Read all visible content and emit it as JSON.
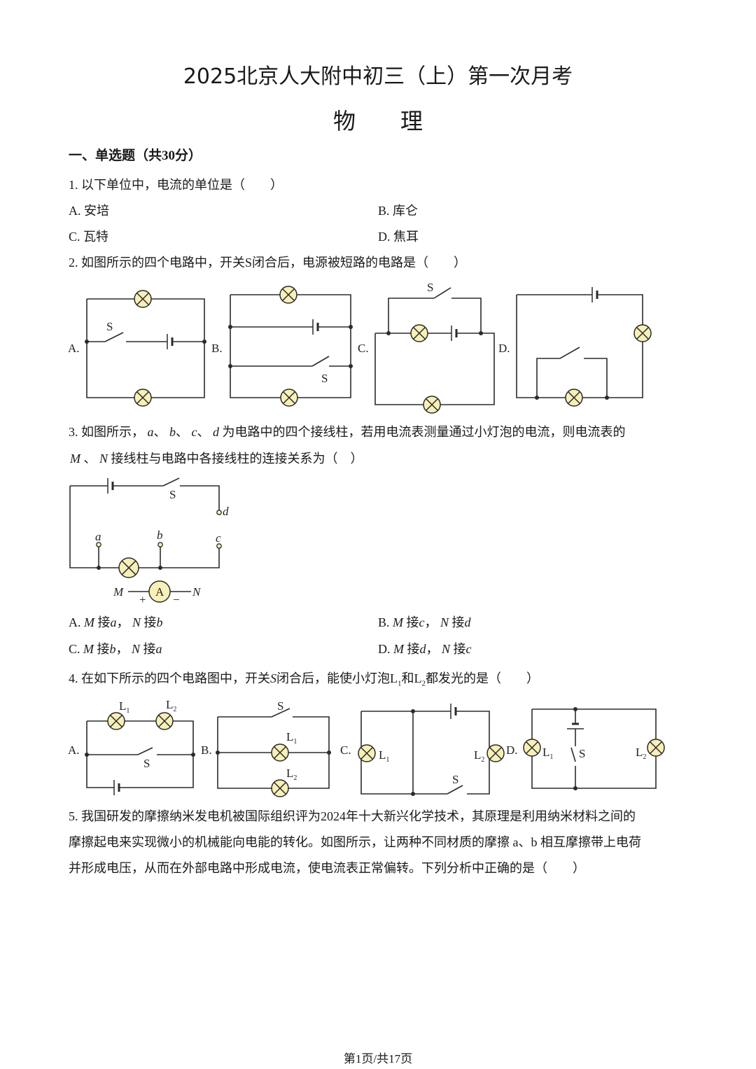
{
  "header": {
    "title": "2025北京人大附中初三（上）第一次月考",
    "subject": "物　　理"
  },
  "section1": "一、单选题（共30分）",
  "q1": {
    "stem": "1. 以下单位中，电流的单位是（　　）",
    "options": [
      "A. 安培",
      "B. 库仑",
      "C. 瓦特",
      "D. 焦耳"
    ]
  },
  "q2": {
    "stem": "2. 如图所示的四个电路中，开关S闭合后，电源被短路的电路是（　　）",
    "labels": [
      "A.",
      "B.",
      "C.",
      "D."
    ],
    "switch": "S"
  },
  "q3": {
    "line1_a": "3. 如图所示，",
    "a": "a",
    "sep": "、",
    "b": "b",
    "c": "c",
    "d": "d",
    "line1_b": "为电路中的四个接线柱，若用电流表测量通过小灯泡的电流，则电流表的",
    "M": "M",
    "N": "N",
    "line2": "接线柱与电路中各接线柱的连接关系为（　）",
    "ammeter": "A",
    "plus": "+",
    "minus": "−",
    "switch": "S",
    "options": [
      {
        "label": "A.",
        "m": "a",
        "n": "b"
      },
      {
        "label": "B.",
        "m": "c",
        "n": "d"
      },
      {
        "label": "C.",
        "m": "b",
        "n": "a"
      },
      {
        "label": "D.",
        "m": "d",
        "n": "c"
      }
    ],
    "connect": "接",
    "comma": "，"
  },
  "q4": {
    "stem_a": "4. 在如下所示的四个电路图中，开关",
    "S": "S",
    "stem_b": "闭合后，能使小灯泡",
    "L1": "L",
    "L2": "L",
    "sub1": "1",
    "sub2": "2",
    "and": "和",
    "stem_c": "都发光的是（　　）",
    "labels": [
      "A.",
      "B.",
      "C.",
      "D."
    ]
  },
  "q5": {
    "lines": [
      "5. 我国研发的摩擦纳米发电机被国际组织评为2024年十大新兴化学技术，其原理是利用纳米材料之间的",
      "摩擦起电来实现微小的机械能向电能的转化。如图所示，让两种不同材质的摩擦 a、b 相互摩擦带上电荷",
      "并形成电压，从而在外部电路中形成电流，使电流表正常偏转。下列分析中正确的是（　　）"
    ]
  },
  "footer": "第1页/共17页",
  "colors": {
    "lamp": "#f7f0b8",
    "wire": "#2b2b2b"
  }
}
